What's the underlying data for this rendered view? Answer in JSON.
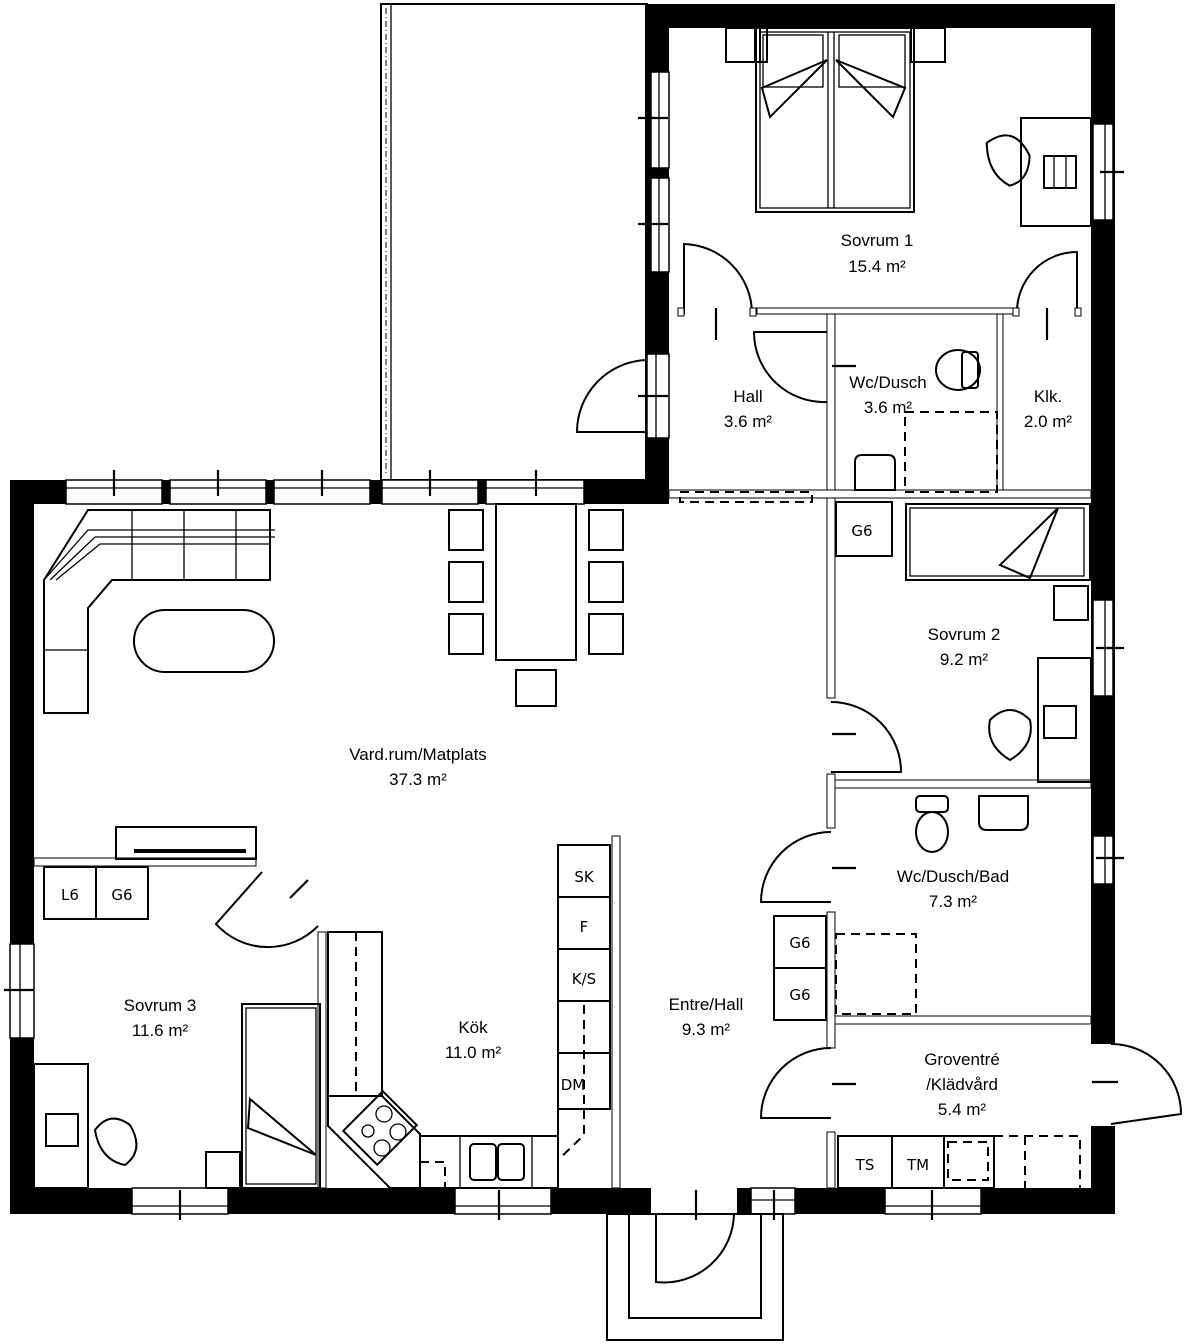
{
  "plan": {
    "background": "#ffffff",
    "line_color": "#000000",
    "rooms": [
      {
        "id": "sovrum1",
        "name": "Sovrum 1",
        "area": "15.4 m²"
      },
      {
        "id": "hall",
        "name": "Hall",
        "area": "3.6 m²"
      },
      {
        "id": "wc_dusch",
        "name": "Wc/Dusch",
        "area": "3.6 m²"
      },
      {
        "id": "klk",
        "name": "Klk.",
        "area": "2.0 m²"
      },
      {
        "id": "sovrum2",
        "name": "Sovrum 2",
        "area": "9.2 m²"
      },
      {
        "id": "vardrum",
        "name": "Vard.rum/Matplats",
        "area": "37.3 m²"
      },
      {
        "id": "wc_dusch_bad",
        "name": "Wc/Dusch/Bad",
        "area": "7.3 m²"
      },
      {
        "id": "sovrum3",
        "name": "Sovrum 3",
        "area": "11.6 m²"
      },
      {
        "id": "kok",
        "name": "Kök",
        "area": "11.0 m²"
      },
      {
        "id": "entre_hall",
        "name": "Entre/Hall",
        "area": "9.3 m²"
      },
      {
        "id": "groventre",
        "name": "Groventré",
        "name2": "/Klädvård",
        "area": "5.4 m²"
      }
    ],
    "appliances": {
      "g6_sovrum2": "G6",
      "l6_sovrum3": "L6",
      "g6_sovrum3": "G6",
      "sk": "SK",
      "f": "F",
      "ks": "K/S",
      "dm": "DM",
      "g6_entre_1": "G6",
      "g6_entre_2": "G6",
      "ts": "TS",
      "tm": "TM"
    }
  }
}
